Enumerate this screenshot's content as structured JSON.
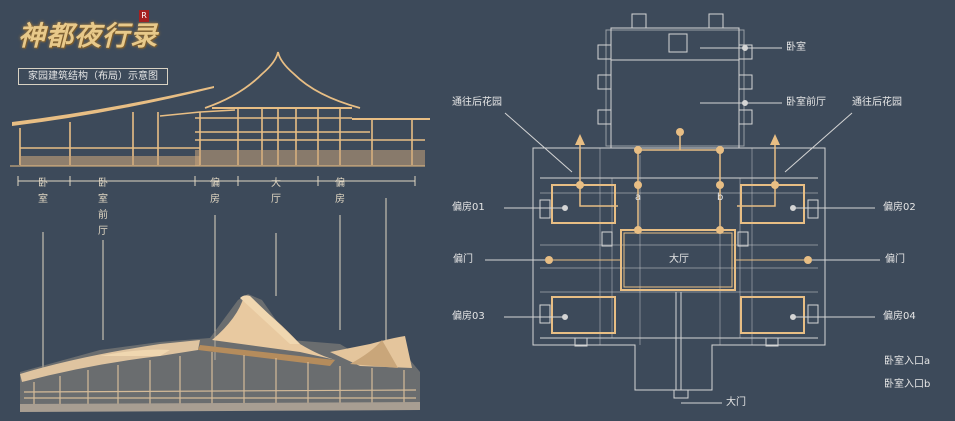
{
  "logo": {
    "title": "神都夜行录",
    "badge": "R"
  },
  "subtitle": "家园建筑结构（布局）示意图",
  "section_labels": [
    {
      "id": "bedroom",
      "text": "卧室"
    },
    {
      "id": "bedroom-front-hall",
      "text": "卧室前厅"
    },
    {
      "id": "side-room-left",
      "text": "偏房"
    },
    {
      "id": "main-hall",
      "text": "大厅"
    },
    {
      "id": "side-room-right",
      "text": "偏房"
    }
  ],
  "plan_labels": {
    "bedroom": "卧室",
    "bedroom_front_hall": "卧室前厅",
    "to_garden_left": "通往后花园",
    "to_garden_right": "通往后花园",
    "side_room_01": "偏房01",
    "side_room_02": "偏房02",
    "side_room_03": "偏房03",
    "side_room_04": "偏房04",
    "side_gate_left": "偏门",
    "side_gate_right": "偏门",
    "main_hall": "大厅",
    "entrance_a": "a",
    "entrance_b": "b",
    "main_gate": "大门"
  },
  "legend": {
    "entrance_a": "卧室入口a",
    "entrance_b": "卧室入口b"
  },
  "colors": {
    "background": "#3d4a5a",
    "accent": "#e8be84",
    "line": "#d5d5d5",
    "text": "#e6e6e6"
  }
}
